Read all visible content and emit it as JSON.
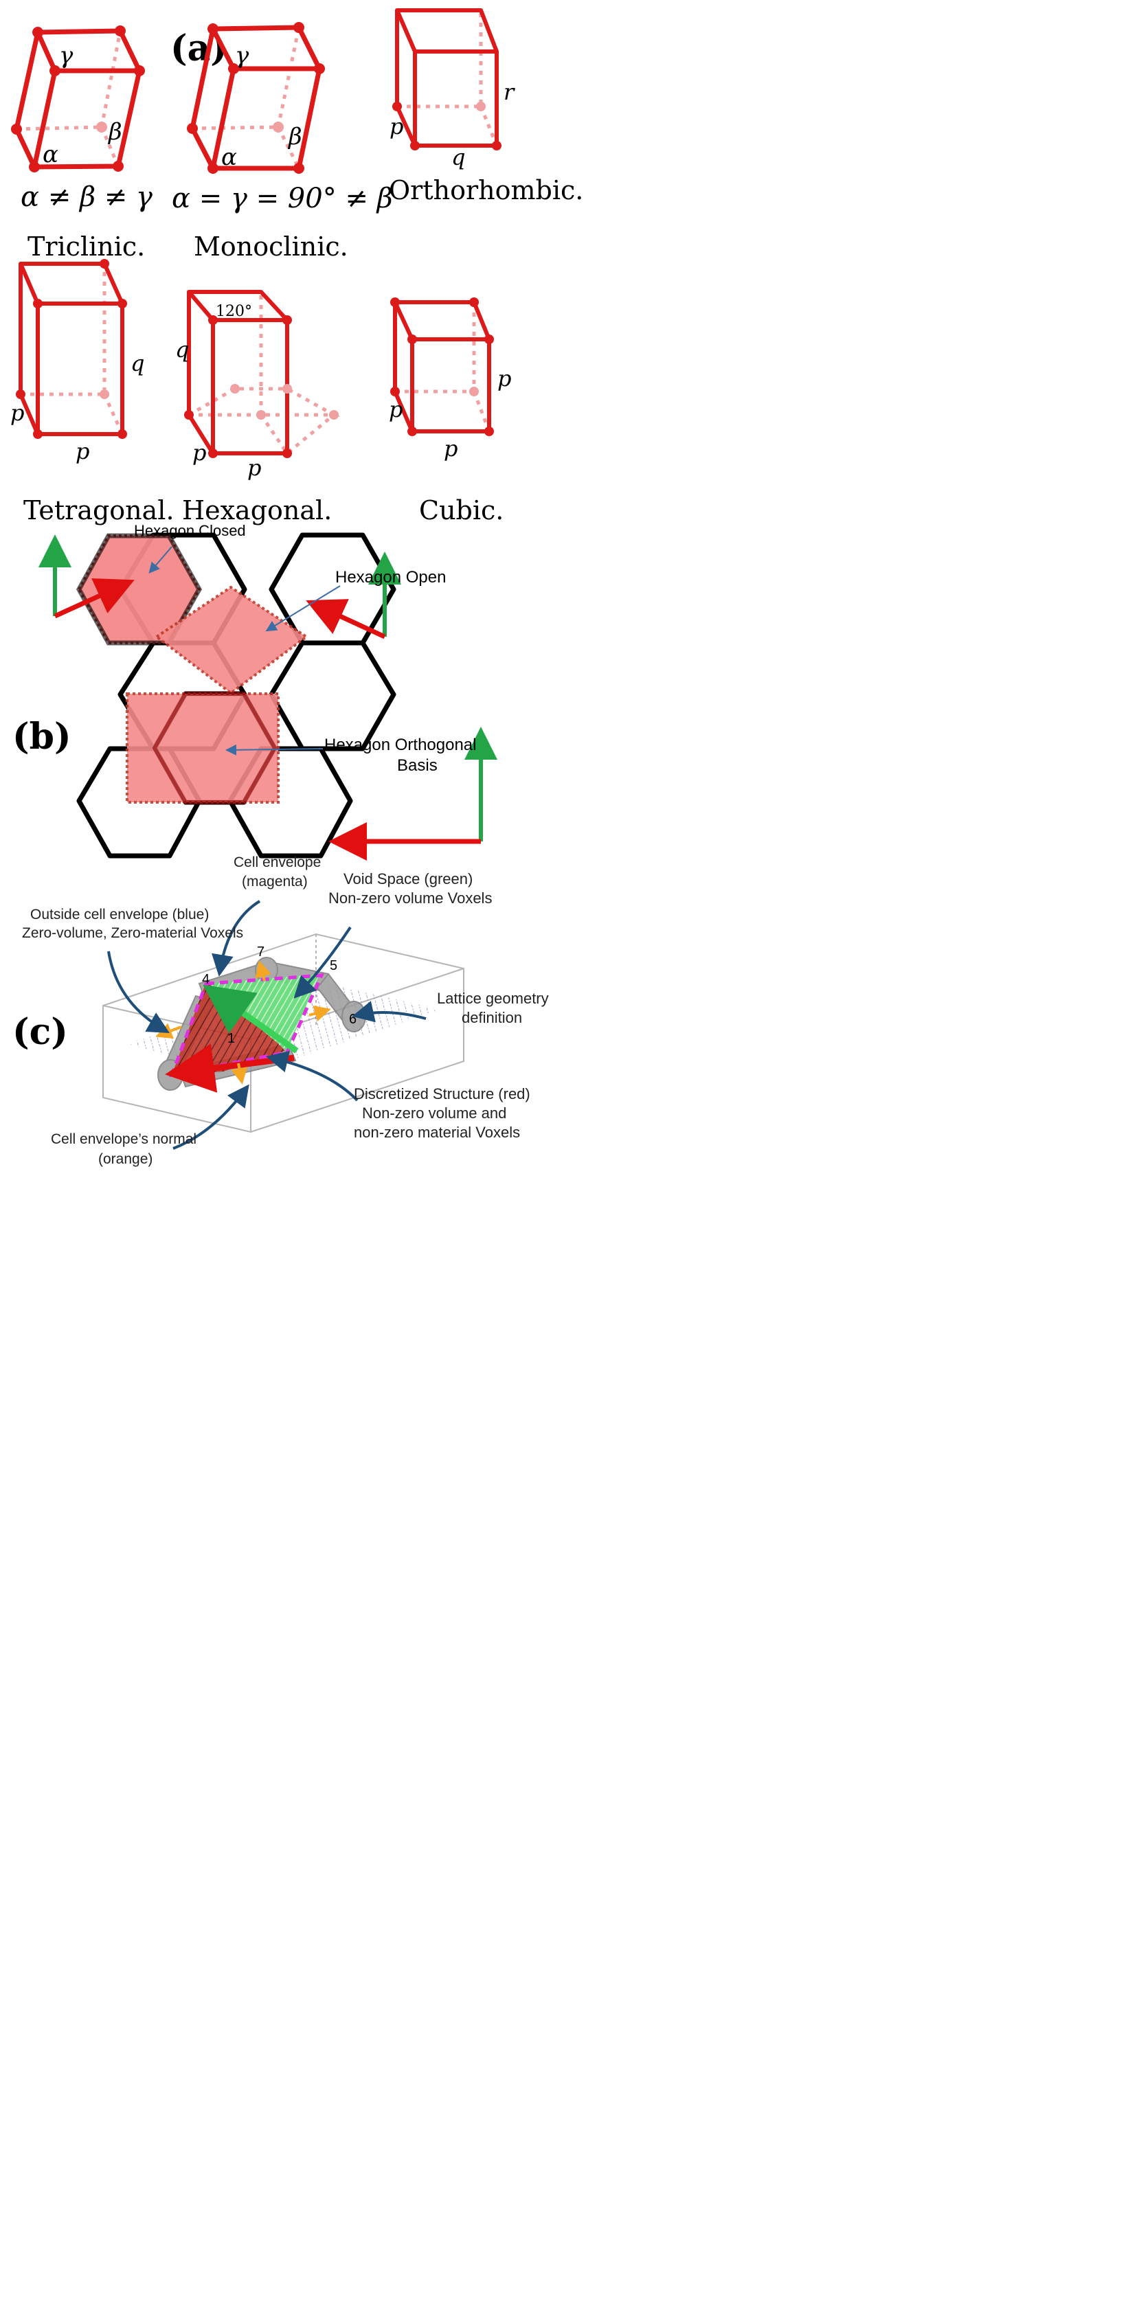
{
  "panel_a": {
    "label": "(a)",
    "cells": [
      {
        "name": "Triclinic.",
        "condition": "α ≠ β ≠ γ",
        "params": [
          "γ",
          "β",
          "α"
        ]
      },
      {
        "name": "Monoclinic.",
        "condition": "α = γ = 90° ≠ β",
        "params": [
          "γ",
          "β",
          "α"
        ]
      },
      {
        "name": "Orthorhombic.",
        "params": [
          "r",
          "p",
          "q"
        ]
      },
      {
        "name": "Tetragonal.",
        "params": [
          "q",
          "p",
          "p"
        ]
      },
      {
        "name": "Hexagonal.",
        "angle": "120°",
        "params": [
          "q",
          "p",
          "p"
        ]
      },
      {
        "name": "Cubic.",
        "params": [
          "p",
          "p",
          "p"
        ]
      }
    ]
  },
  "panel_b": {
    "label": "(b)",
    "labels": {
      "closed": "Hexagon Closed",
      "open": "Hexagon Open",
      "orthogonal": [
        "Hexagon Orthogonal",
        "Basis"
      ]
    }
  },
  "panel_c": {
    "label": "(c)",
    "labels": {
      "cell_envelope": [
        "Cell envelope",
        "(magenta)"
      ],
      "void_space": [
        "Void Space (green)",
        "Non-zero volume Voxels"
      ],
      "outside": [
        "Outside cell envelope (blue)",
        "Zero-volume, Zero-material Voxels"
      ],
      "lattice": [
        "Lattice geometry",
        "definition"
      ],
      "structure": [
        "Discretized Structure (red)",
        "Non-zero volume and",
        "non-zero material Voxels"
      ],
      "normal": [
        "Cell envelope’s normal",
        "(orange)"
      ]
    },
    "node_numbers": [
      "4",
      "5",
      "6",
      "7",
      "1"
    ]
  },
  "colors": {
    "lattice_red": "#dd1a1a",
    "dashed_pink": "#f0a0a0",
    "hex_fill": "#f58a8a",
    "arrow_red": "#e01010",
    "arrow_green": "#22a447",
    "callout_blue": "#1f4e79",
    "magenta": "#e030e0",
    "void_green": "#3cd25a",
    "normal_orange": "#f5a623"
  }
}
